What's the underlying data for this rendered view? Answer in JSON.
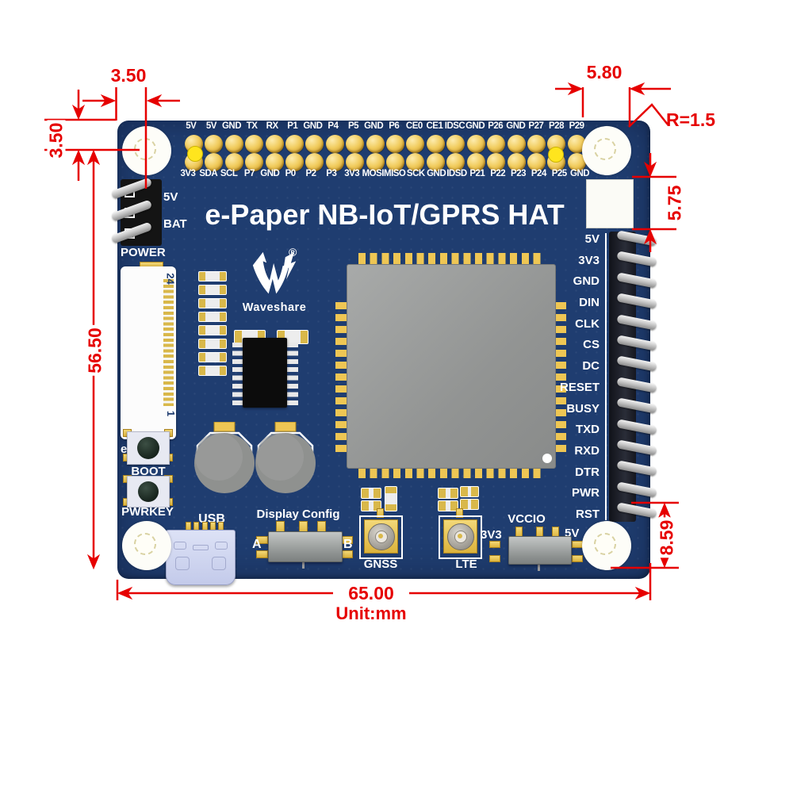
{
  "title": "e-Paper NB-IoT/GPRS HAT",
  "brand": {
    "name": "Waveshare",
    "registered": "®"
  },
  "unit_label": "Unit:mm",
  "dimensions": {
    "top_left_h": "3.50",
    "top_left_v": "3.50",
    "left_height": "56.50",
    "top_right_h": "5.80",
    "corner_radius": "R=1.5",
    "right_top": "5.75",
    "right_bottom": "8.59",
    "board_width": "65.00"
  },
  "header40": {
    "row_top": [
      "5V",
      "5V",
      "GND",
      "TX",
      "RX",
      "P1",
      "GND",
      "P4",
      "P5",
      "GND",
      "P6",
      "CE0",
      "CE1",
      "IDSC",
      "GND",
      "P26",
      "GND",
      "P27",
      "P28",
      "P29"
    ],
    "row_bottom": [
      "3V3",
      "SDA",
      "SCL",
      "P7",
      "GND",
      "P0",
      "P2",
      "P3",
      "3V3",
      "MOSI",
      "MISO",
      "SCK",
      "GND",
      "IDSD",
      "P21",
      "P22",
      "P23",
      "P24",
      "P25",
      "GND"
    ]
  },
  "right_header": {
    "labels": [
      "5V",
      "3V3",
      "GND",
      "DIN",
      "CLK",
      "CS",
      "DC",
      "RESET",
      "BUSY",
      "TXD",
      "RXD",
      "DTR",
      "PWR",
      "RST"
    ]
  },
  "left_components": {
    "power_pin_top": "5V",
    "power_pin_bottom": "BAT",
    "power_label": "POWER",
    "epaper_label": "e-Paper",
    "epaper_pin_last": "24",
    "epaper_pin_first": "1",
    "boot_label": "BOOT",
    "pwrkey_label": "PWRKEY"
  },
  "bottom_components": {
    "usb_label": "USB",
    "display_config_label": "Display Config",
    "display_config_a": "A",
    "display_config_b": "B",
    "gnss_label": "GNSS",
    "lte_label": "LTE",
    "vccio_label": "VCCIO",
    "vccio_left": "3V3",
    "vccio_right": "5V"
  },
  "colors": {
    "board_blue": "#1f3d70",
    "dimension_red": "#e60000",
    "pad_gold": "#eec654",
    "module_gray": "#9c9e9d",
    "silk_white": "#ffffff"
  }
}
